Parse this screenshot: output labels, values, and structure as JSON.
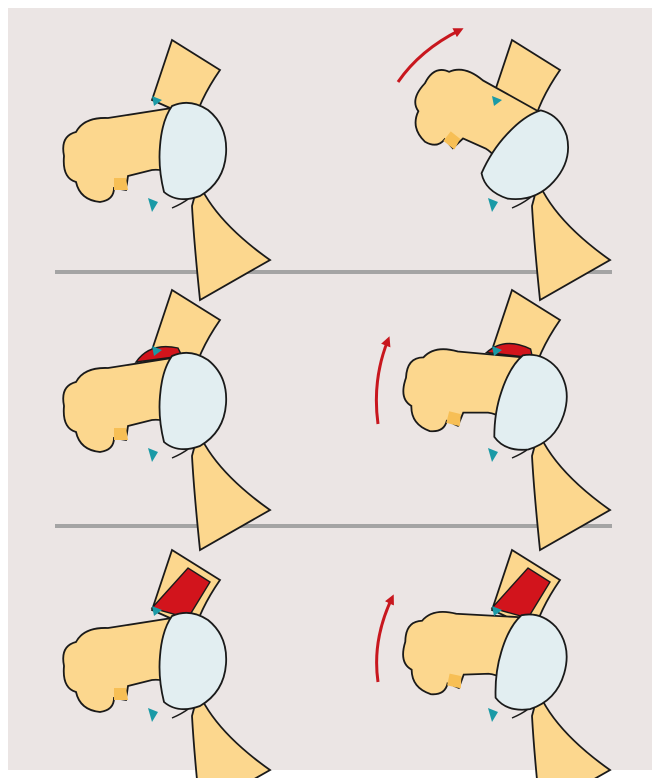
{
  "figure": {
    "colors": {
      "outer_background": "#ffffff",
      "panel_background": "#ebe5e4",
      "divider": "#a4a4a4",
      "bone": "#fcd78e",
      "bone_shadow": "#f7bf55",
      "cartilage": "#e2eef1",
      "outline": "#1a1a1a",
      "impingement_red": "#d2141c",
      "arrow_red": "#c8171e",
      "labrum_teal": "#1b9aa6"
    },
    "rows": [
      {
        "row": "top",
        "left": {
          "state": "neutral",
          "icon": "hip-joint-neutral-icon"
        },
        "right": {
          "state": "flexed",
          "icon": "hip-joint-flexed-icon",
          "arrow": "rotation-arrow-icon"
        }
      },
      {
        "row": "middle",
        "left": {
          "state": "neutral",
          "icon": "hip-joint-cam-lesion-icon"
        },
        "right": {
          "state": "flexed",
          "icon": "hip-joint-cam-impingement-icon",
          "arrow": "rotation-arrow-icon"
        }
      },
      {
        "row": "bottom",
        "left": {
          "state": "neutral",
          "icon": "hip-joint-pincer-lesion-icon"
        },
        "right": {
          "state": "flexed",
          "icon": "hip-joint-pincer-impingement-icon",
          "arrow": "rotation-arrow-icon"
        }
      }
    ]
  }
}
